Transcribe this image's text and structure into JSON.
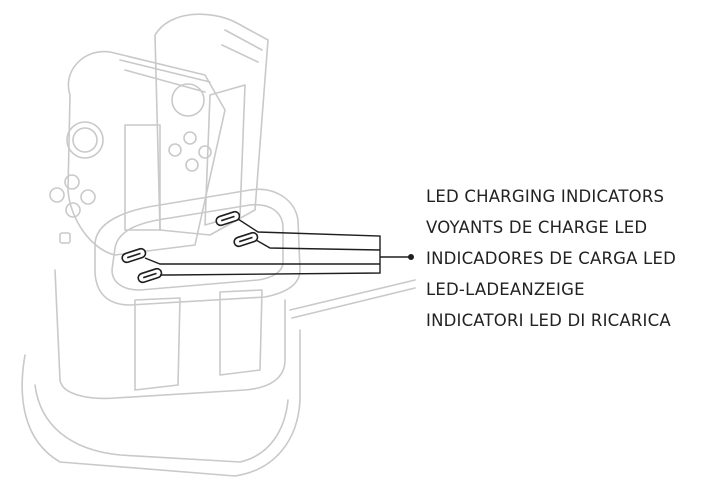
{
  "diagram": {
    "callout_labels": [
      "LED CHARGING INDICATORS",
      "VOYANTS DE CHARGE LED",
      "INDICADORES DE CARGA LED",
      "LED-LADEANZEIGE",
      "INDICATORI LED DI RICARICA"
    ],
    "led_count": 4,
    "colors": {
      "line_dark": "#1f1f1f",
      "line_light": "#c9c9c9",
      "text": "#222222"
    }
  }
}
